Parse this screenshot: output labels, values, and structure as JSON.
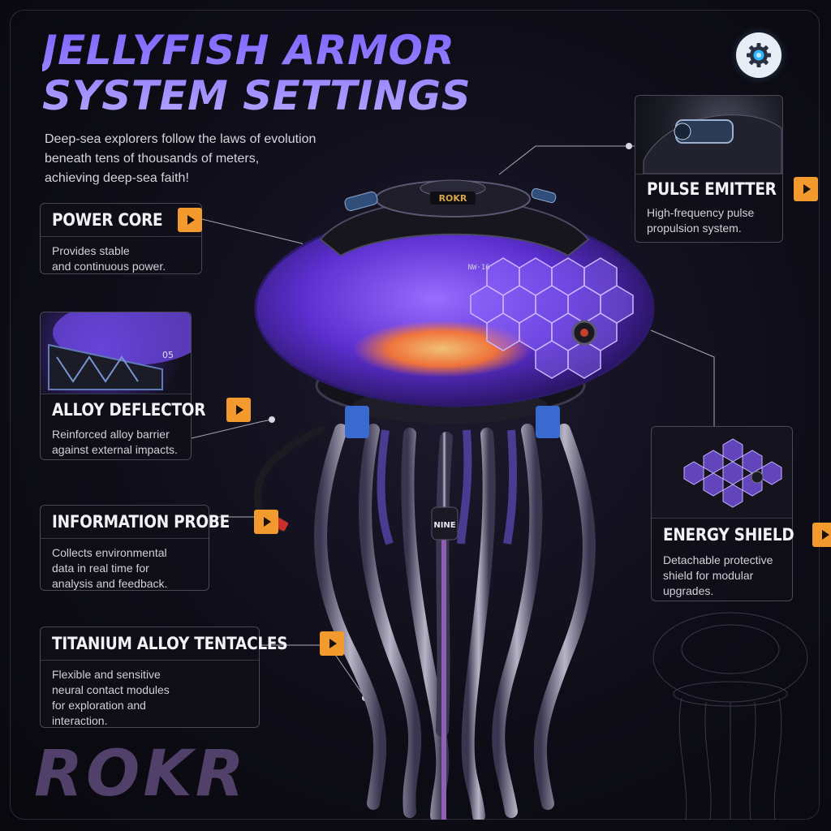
{
  "header": {
    "title_lines": [
      "JELLYFISH ARMOR",
      "SYSTEM SETTINGS"
    ],
    "subtitle_lines": [
      "Deep-sea explorers follow the laws of evolution",
      "beneath tens of thousands of meters,",
      "achieving deep-sea faith!"
    ]
  },
  "settings_icon": "gear-icon",
  "colors": {
    "title_purple": "#9d84ff",
    "accent_orange": "#f29a2e",
    "shell_purple": "#6b3fe0",
    "logo_purple": "#514069"
  },
  "cards": {
    "power_core": {
      "title": "POWER CORE",
      "desc": [
        "Provides stable",
        "and continuous power."
      ]
    },
    "alloy_deflector": {
      "title": "ALLOY DEFLECTOR",
      "desc": [
        "Reinforced alloy barrier",
        "against external impacts."
      ],
      "thumb_label": "05"
    },
    "information_probe": {
      "title": "INFORMATION PROBE",
      "desc": [
        "Collects environmental",
        "data in real time for",
        "analysis and feedback."
      ]
    },
    "titanium_tentacles": {
      "title": "TITANIUM ALLOY TENTACLES",
      "desc": [
        "Flexible and sensitive",
        "neural contact modules",
        "for exploration and",
        "interaction."
      ]
    },
    "pulse_emitter": {
      "title": "PULSE EMITTER",
      "desc": [
        "High-frequency pulse",
        "propulsion system."
      ]
    },
    "energy_shield": {
      "title": "ENERGY SHIELD",
      "desc": [
        "Detachable protective",
        "shield for modular",
        "upgrades."
      ]
    }
  },
  "product": {
    "top_badge": "ROKR",
    "stem_badge": "NINE",
    "ring_text": "NW·16"
  },
  "brand": {
    "logo": "ROKR"
  }
}
